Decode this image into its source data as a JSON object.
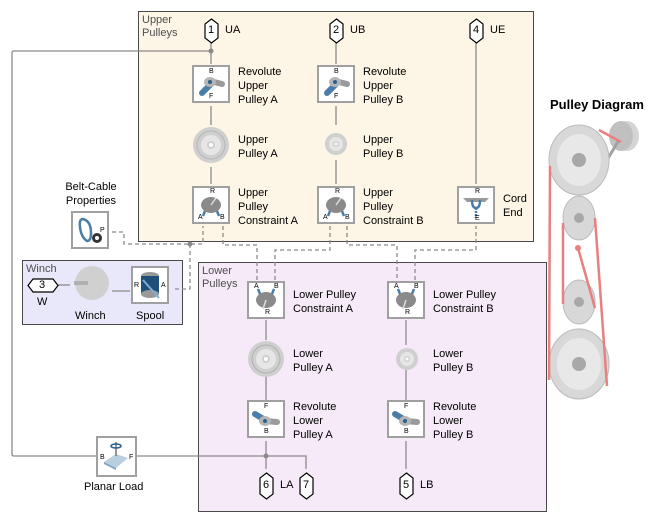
{
  "areas": {
    "upper": {
      "label_line1": "Upper",
      "label_line2": "Pulleys",
      "bg": "#fdf5e6"
    },
    "lower": {
      "label_line1": "Lower",
      "label_line2": "Pulleys",
      "bg": "#f6eaf8"
    },
    "winch": {
      "label": "Winch",
      "bg": "#e8e8fa"
    }
  },
  "ports": {
    "p1": {
      "num": "1",
      "name": "UA"
    },
    "p2": {
      "num": "2",
      "name": "UB"
    },
    "p4": {
      "num": "4",
      "name": "UE"
    },
    "p3": {
      "num": "3",
      "name": "W"
    },
    "p6": {
      "num": "6",
      "name": "LA"
    },
    "p7": {
      "num": "7",
      "name": ""
    },
    "p5": {
      "num": "5",
      "name": "LB"
    }
  },
  "blocks": {
    "rev_upper_a": {
      "l1": "Revolute",
      "l2": "Upper",
      "l3": "Pulley A",
      "top": "B",
      "bottom": "F"
    },
    "rev_upper_b": {
      "l1": "Revolute",
      "l2": "Upper",
      "l3": "Pulley B",
      "top": "B",
      "bottom": "F"
    },
    "upper_pulley_a": {
      "l1": "Upper",
      "l2": "Pulley A"
    },
    "upper_pulley_b": {
      "l1": "Upper",
      "l2": "Pulley B"
    },
    "upc_a": {
      "l1": "Upper",
      "l2": "Pulley",
      "l3": "Constraint A",
      "r": "R",
      "a": "A",
      "b": "B"
    },
    "upc_b": {
      "l1": "Upper",
      "l2": "Pulley",
      "l3": "Constraint B",
      "r": "R",
      "a": "A",
      "b": "B"
    },
    "cord_end": {
      "l1": "Cord",
      "l2": "End",
      "r": "R",
      "e": "E"
    },
    "belt_cable": {
      "l1": "Belt-Cable",
      "l2": "Properties",
      "p": "P"
    },
    "winch": {
      "label": "Winch"
    },
    "spool": {
      "label": "Spool",
      "r": "R",
      "a": "A"
    },
    "lpc_a": {
      "l1": "Lower Pulley",
      "l2": "Constraint A",
      "a": "A",
      "b": "B",
      "r": "R"
    },
    "lpc_b": {
      "l1": "Lower Pulley",
      "l2": "Constraint B",
      "a": "A",
      "b": "B",
      "r": "R"
    },
    "lower_pulley_a": {
      "l1": "Lower",
      "l2": "Pulley A"
    },
    "lower_pulley_b": {
      "l1": "Lower",
      "l2": "Pulley B"
    },
    "rev_lower_a": {
      "l1": "Revolute",
      "l2": "Lower",
      "l3": "Pulley A",
      "top": "F",
      "bottom": "B"
    },
    "rev_lower_b": {
      "l1": "Revolute",
      "l2": "Lower",
      "l3": "Pulley B",
      "top": "F",
      "bottom": "B"
    },
    "planar_load": {
      "label": "Planar Load",
      "b": "B",
      "f": "F"
    }
  },
  "diagram": {
    "title": "Pulley Diagram",
    "cable_color": "#e88080"
  }
}
